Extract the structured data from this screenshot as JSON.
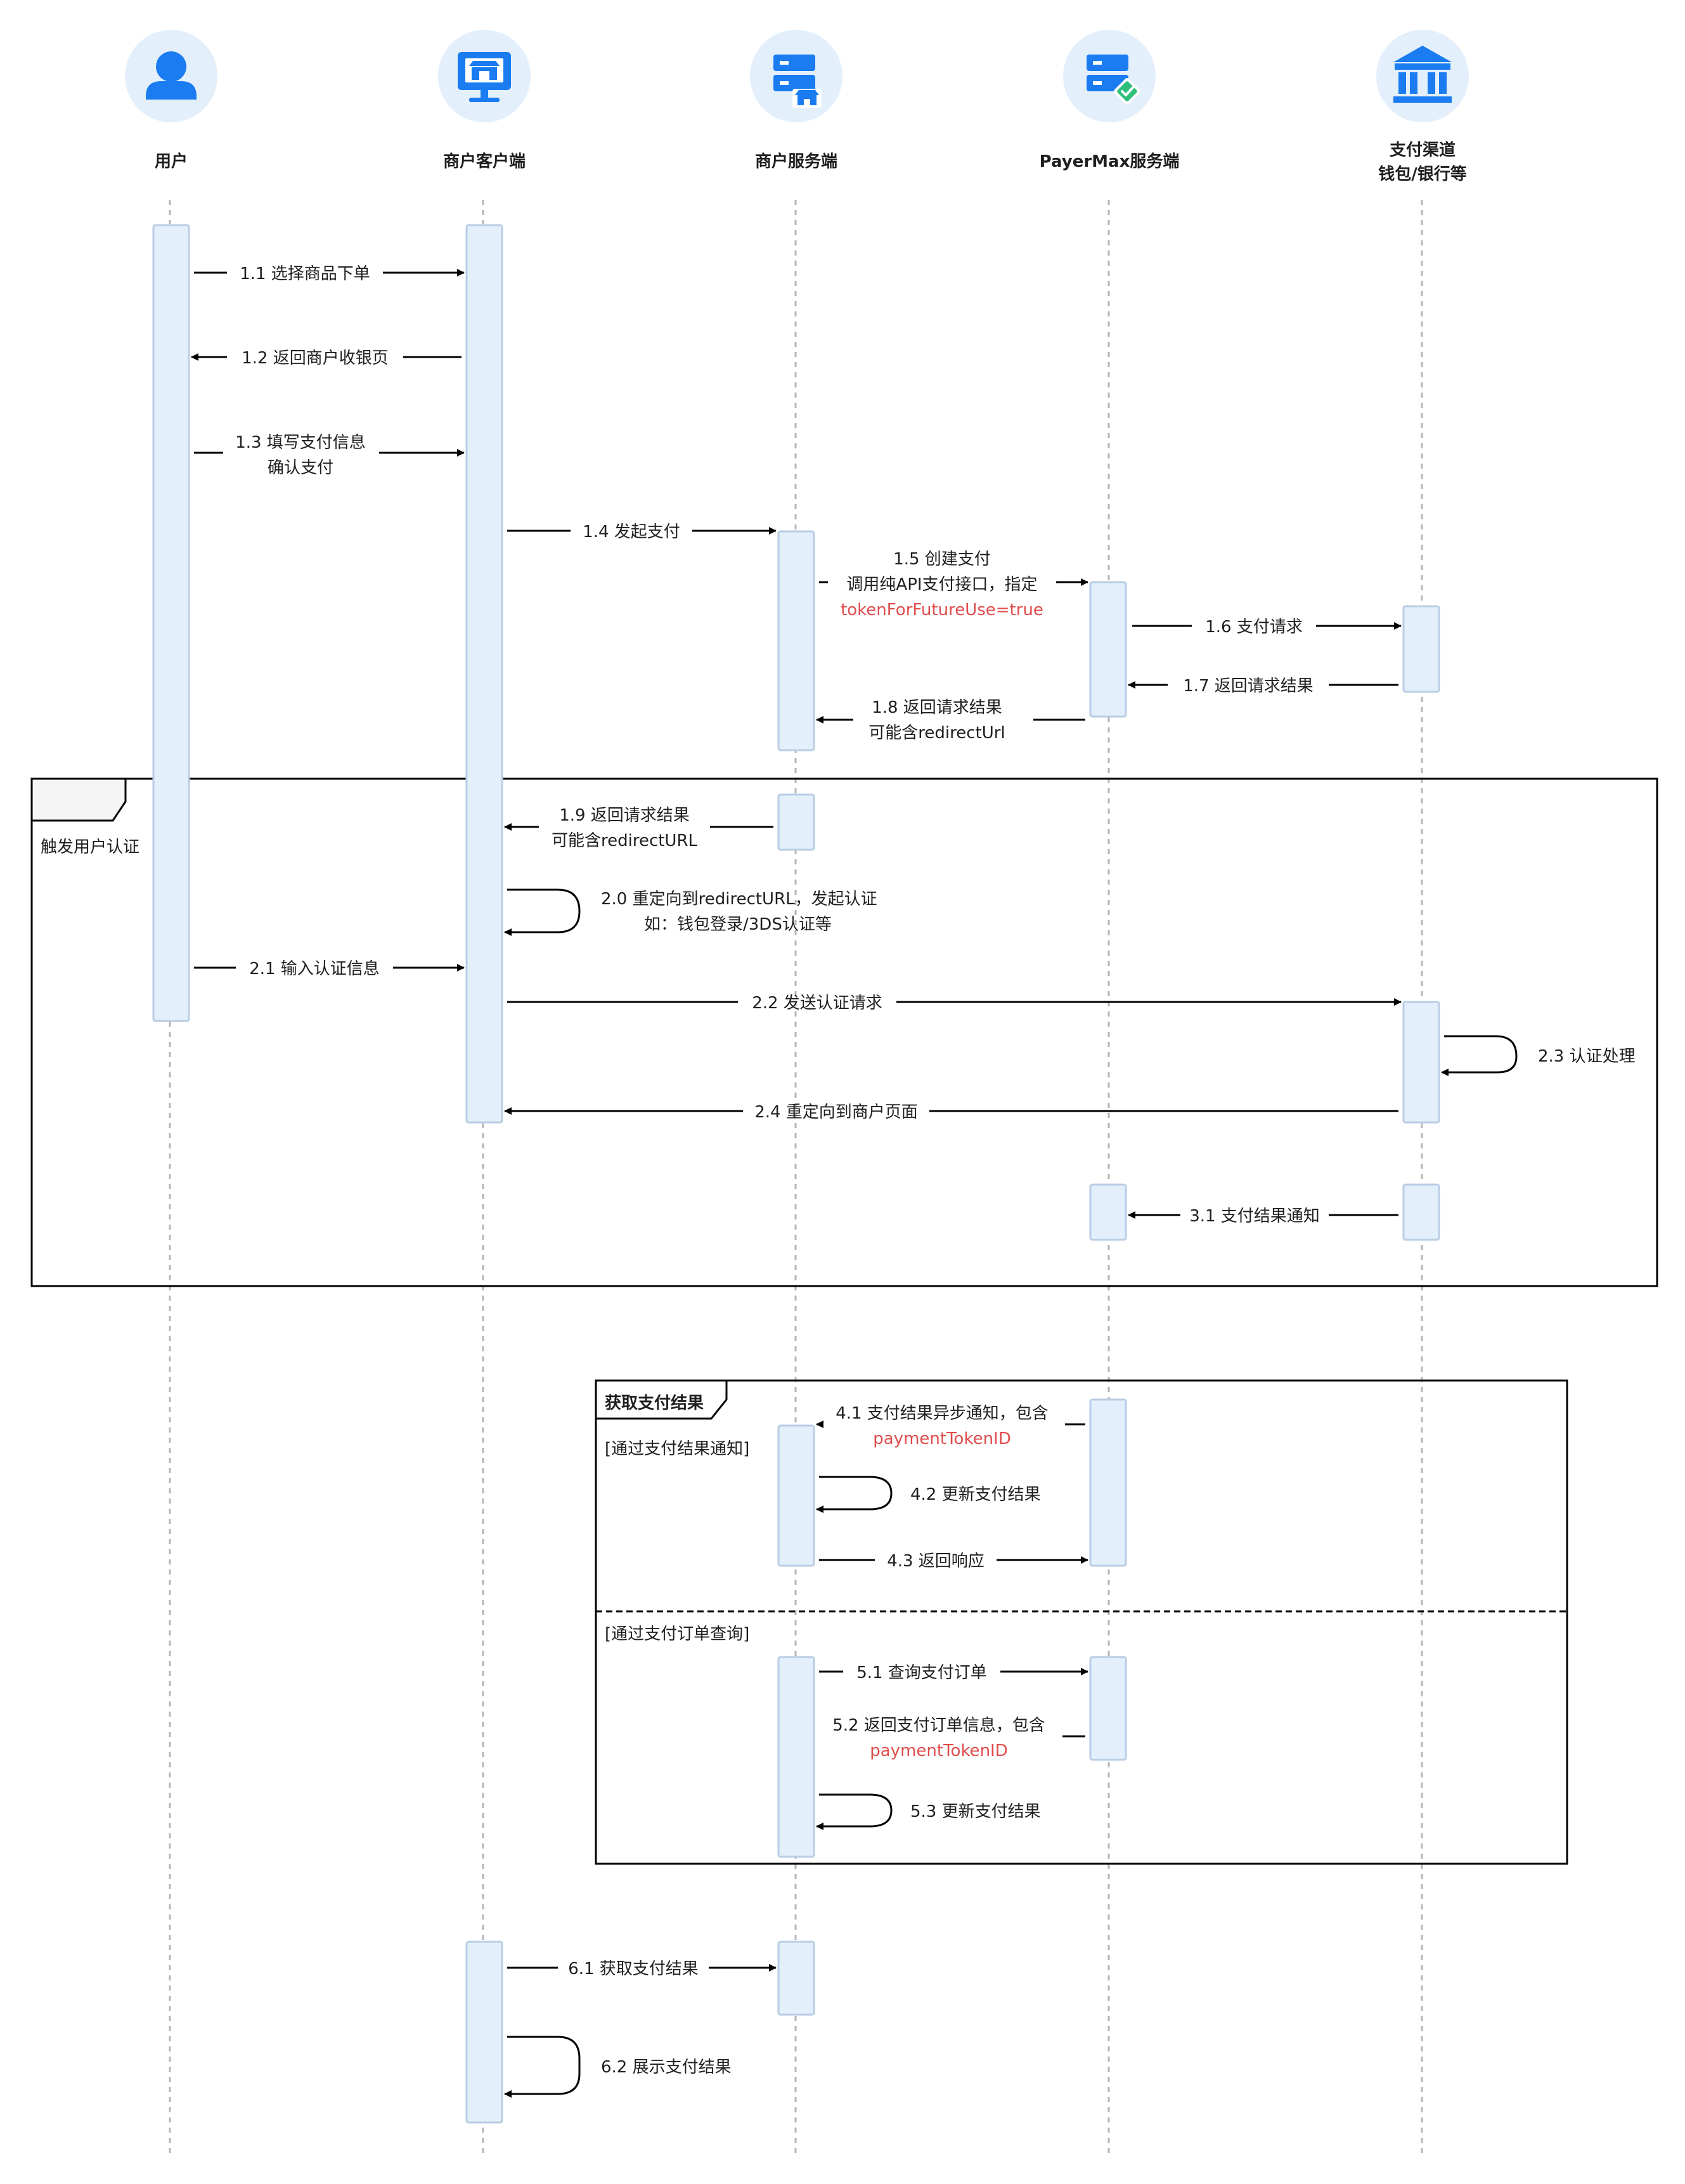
{
  "colors": {
    "accent": "#1a7cf0",
    "actor_bg": "#e3effb",
    "activation_fill": "#e3effb",
    "activation_stroke": "#b9cde4",
    "highlight_text": "#e04c4c"
  },
  "actors": [
    {
      "name": "用户",
      "icon": "user-icon"
    },
    {
      "name": "商户客户端",
      "icon": "monitor-shop-icon"
    },
    {
      "name": "商户服务端",
      "icon": "server-shop-icon"
    },
    {
      "name": "PayerMax服务端",
      "icon": "server-check-icon"
    },
    {
      "name": "支付渠道",
      "name2": "钱包/银行等",
      "icon": "bank-icon"
    }
  ],
  "messages": {
    "m1_1": "1.1 选择商品下单",
    "m1_2": "1.2 返回商户收银页",
    "m1_3a": "1.3 填写支付信息",
    "m1_3b": "确认支付",
    "m1_4": "1.4 发起支付",
    "m1_5a": "1.5 创建支付",
    "m1_5b": "调用纯API支付接口，指定",
    "m1_5c": "tokenForFutureUse=true",
    "m1_6": "1.6 支付请求",
    "m1_7": "1.7 返回请求结果",
    "m1_8a": "1.8 返回请求结果",
    "m1_8b": "可能含redirectUrl",
    "m1_9a": "1.9 返回请求结果",
    "m1_9b": "可能含redirectURL",
    "m2_0a": "2.0 重定向到redirectURL，发起认证",
    "m2_0b": "如：钱包登录/3DS认证等",
    "m2_1": "2.1 输入认证信息",
    "m2_2": "2.2 发送认证请求",
    "m2_3": "2.3 认证处理",
    "m2_4": "2.4 重定向到商户页面",
    "m3_1": "3.1 支付结果通知",
    "m4_1a": "4.1 支付结果异步通知，包含",
    "m4_1b": "paymentTokenID",
    "m4_2": "4.2 更新支付结果",
    "m4_3": "4.3 返回响应",
    "m5_1": "5.1 查询支付订单",
    "m5_2a": "5.2 返回支付订单信息，包含",
    "m5_2b": "paymentTokenID",
    "m5_3": "5.3 更新支付结果",
    "m6_1": "6.1 获取支付结果",
    "m6_2": "6.2 展示支付结果"
  },
  "frames": {
    "auth_title": "触发用户认证",
    "result_title": "获取支付结果",
    "guard_notify": "[通过支付结果通知]",
    "guard_query": "[通过支付订单查询]"
  }
}
